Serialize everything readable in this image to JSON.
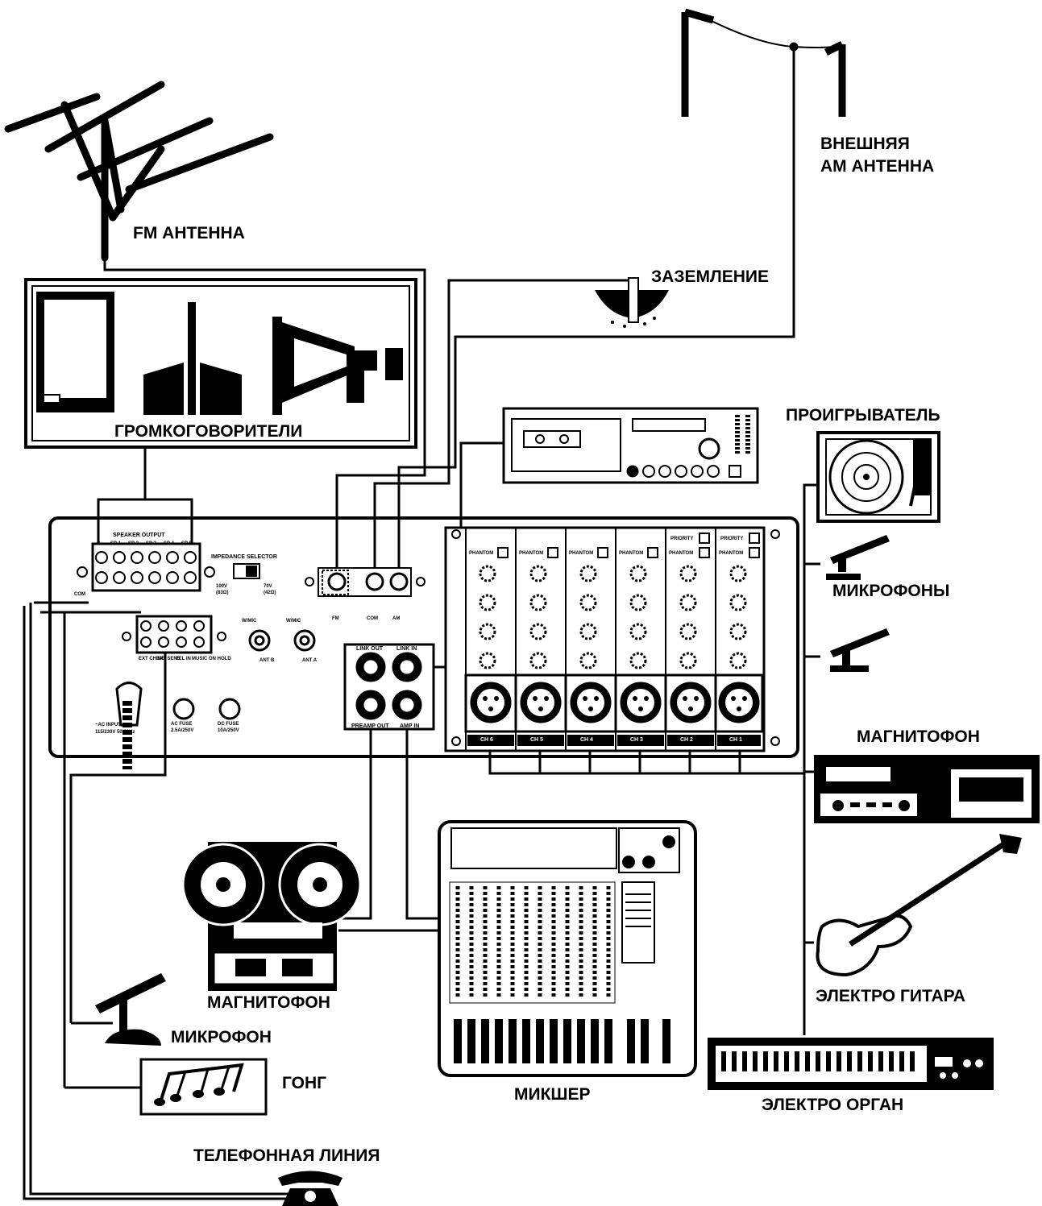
{
  "labels": {
    "fm_antenna": "FM АНТЕННА",
    "am_antenna_line1": "ВНЕШНЯЯ",
    "am_antenna_line2": "АМ АНТЕННА",
    "ground": "ЗАЗЕМЛЕНИЕ",
    "speakers": "ГРОМКОГОВОРИТЕЛИ",
    "turntable": "ПРОИГРЫВАТЕЛЬ",
    "microphones": "МИКРОФОНЫ",
    "tape_deck_right": "МАГНИТОФОН",
    "tape_reel": "МАГНИТОФОН",
    "microphone": "МИКРОФОН",
    "gong": "ГОНГ",
    "phone_line": "ТЕЛЕФОННАЯ ЛИНИЯ",
    "mixer": "МИКШЕР",
    "guitar": "ЭЛЕКТРО ГИТАРА",
    "organ": "ЭЛЕКТРО ОРГАН"
  },
  "panel": {
    "speaker_output": "SPEAKER OUTPUT",
    "terminals": [
      "C",
      "SP 1",
      "SP 2",
      "SP 3",
      "SP 4",
      "SP 5"
    ],
    "com": "COM",
    "impedance_selector": "IMPEDANCE SELECTOR",
    "imp_100v": "100V",
    "imp_100v_ohm": "(83Ω)",
    "imp_70v": "70V",
    "imp_70v_ohm": "(42Ω)",
    "fm": "FM",
    "com_ant": "COM",
    "am": "AM",
    "wmic_b": "W/MIC",
    "ant_b": "ANT B",
    "wmic_a": "W/MIC",
    "ant_a": "ANT A",
    "link_out": "LINK OUT",
    "link_in": "LINK IN",
    "preamp_out": "PREAMP OUT",
    "amp_in": "AMP IN",
    "ac_fuse": "AC FUSE",
    "ac_fuse_rating": "2.5A/250V",
    "dc_fuse": "DC FUSE",
    "dc_fuse_rating": "10A/250V",
    "ac_input": "~AC INPUT",
    "ac_input_rating": "115/230V 50/60Hz",
    "phantom": "PHANTOM",
    "priority": "PRIORITY",
    "ctrl_terms": [
      "EXT CHIME",
      "EXT SENS",
      "TEL IN",
      "MUSIC ON HOLD"
    ],
    "ch_labels": [
      "CH 6",
      "CH 5",
      "CH 4",
      "CH 3",
      "CH 2",
      "CH 1"
    ]
  }
}
